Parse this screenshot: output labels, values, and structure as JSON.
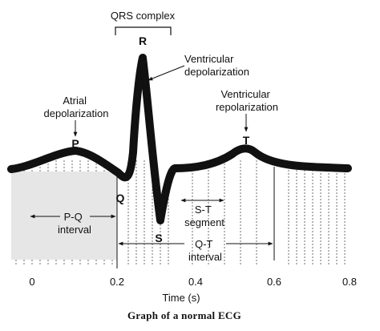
{
  "title": "QRS complex",
  "labels": {
    "R": "R",
    "P": "P",
    "Q": "Q",
    "S": "S",
    "T": "T",
    "ventricular_depolarization": [
      "Ventricular",
      "depolarization"
    ],
    "atrial_depolarization": [
      "Atrial",
      "depolarization"
    ],
    "ventricular_repolarization": [
      "Ventricular",
      "repolarization"
    ],
    "pq_interval": [
      "P-Q",
      "interval"
    ],
    "st_segment": [
      "S-T",
      "segment"
    ],
    "qt_interval": [
      "Q-T",
      "interval"
    ]
  },
  "axis": {
    "label": "Time (s)",
    "ticks": [
      "0",
      "0.2",
      "0.4",
      "0.6",
      "0.8"
    ]
  },
  "caption": "Graph of a normal ECG",
  "colors": {
    "ink": "#111111",
    "background": "#ffffff"
  }
}
